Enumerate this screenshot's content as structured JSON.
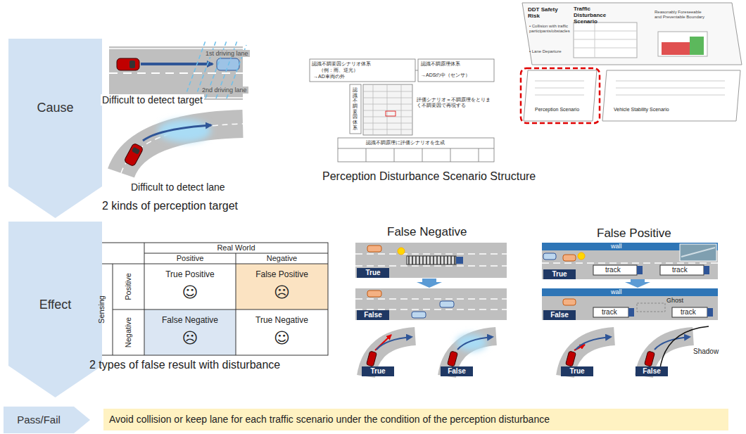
{
  "diagram": {
    "nodes": [
      {
        "text": [
          "Cause"
        ]
      },
      {
        "text": [
          "Effect"
        ]
      },
      {
        "text": [
          "True"
        ]
      },
      {
        "text": [
          "False"
        ]
      },
      {
        "text": [
          "True"
        ]
      },
      {
        "text": [
          "False"
        ]
      },
      {
        "text": [
          "True"
        ]
      },
      {
        "text": [
          "False"
        ]
      },
      {
        "text": [
          "True"
        ]
      },
      {
        "text": [
          "False"
        ]
      },
      {
        "text": [
          "Pass/Fail"
        ]
      },
      {
        "text": [
          "Avoid collision or keep lane for each traffic scenario under the condition of the perception disturbance"
        ]
      }
    ],
    "labels": [
      "1st driving lane",
      "2nd driving lane",
      "Difficult to detect target",
      "Difficult to detect lane",
      "2 kinds of perception target",
      "認識不調要因シナリオ体系",
      "（例：雨、逆光）",
      "→AD車両の外",
      "認識不調原理体系",
      "→ADSの中（センサ）",
      "評価シナリオ＝不調原理をとりまく不調要因で再現する",
      "認識不調原理に評価シナリオを生成",
      "認識不調要因体系",
      "DDT Safety Risk",
      "• Collision with traffic participants/obstacles",
      "• Lane Departure",
      "Traffic Disturbance Scenario",
      "Reasonably Foreseeable and Preventable Boundary",
      "Perception Scenario",
      "Vehicle Stability Scenario",
      "Perception Disturbance Scenario Structure",
      "Real World",
      "Positive",
      "Negative",
      "Sensing",
      "Positive",
      "Negative",
      "True Positive",
      "☺",
      "False Positive",
      "☹",
      "False Negative",
      "☹",
      "True Negative",
      "☺",
      "2 types of false result with disturbance",
      "False Negative",
      "False Positive",
      "wall",
      "track",
      "track",
      "wall",
      "track",
      "Ghost",
      "track",
      "Shadow"
    ]
  }
}
